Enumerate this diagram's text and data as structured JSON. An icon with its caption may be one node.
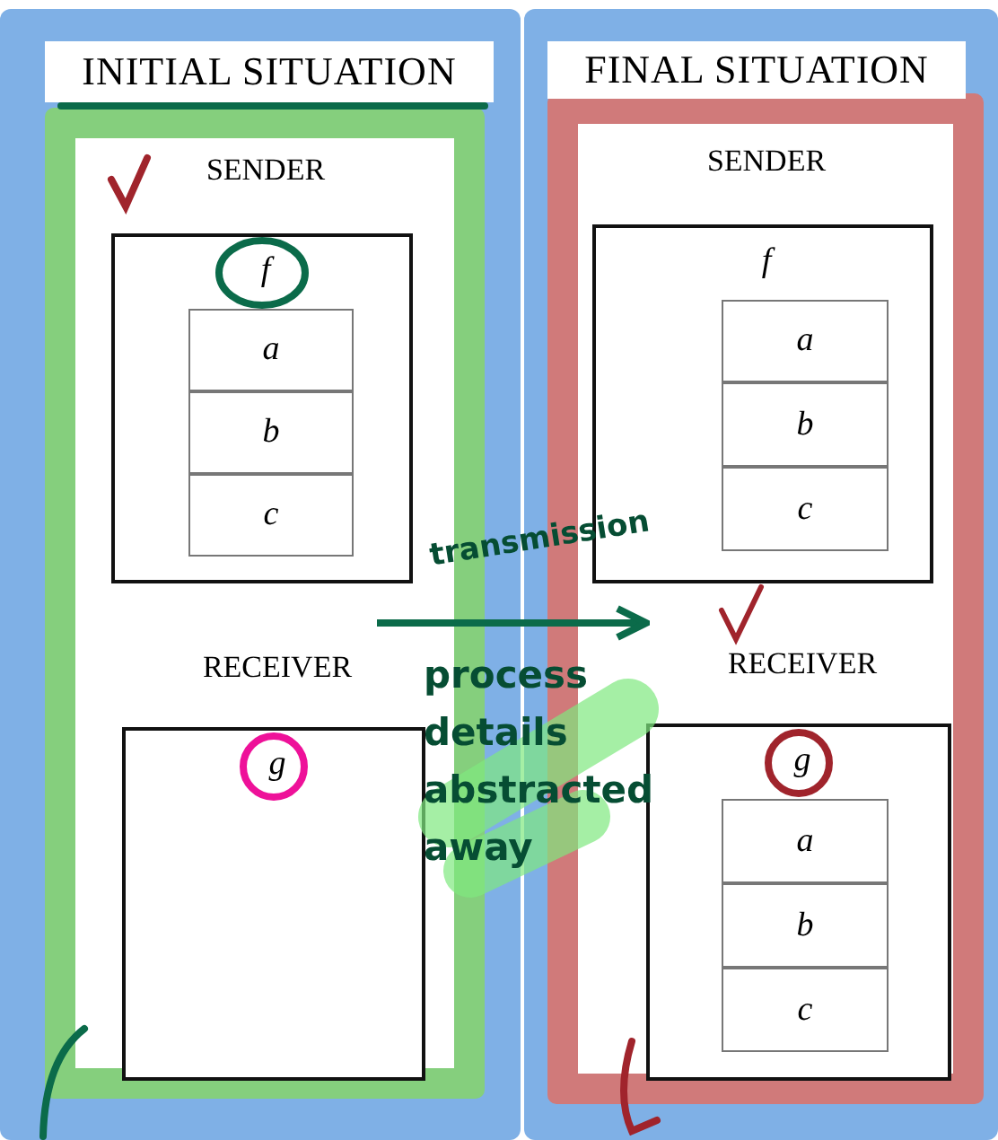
{
  "diagram": {
    "nodes": [
      {
        "text": [
          "INITIAL SITUATION"
        ]
      },
      {
        "text": [
          "SENDER",
          "f"
        ],
        "in": 0
      },
      {
        "text": [
          "a"
        ],
        "in": 1
      },
      {
        "text": [
          "b"
        ],
        "in": 1
      },
      {
        "text": [
          "c"
        ],
        "in": 1
      },
      {
        "text": [
          "RECEIVER",
          "g"
        ],
        "in": 0
      },
      {
        "text": [
          "FINAL SITUATION"
        ]
      },
      {
        "text": [
          "SENDER",
          "f"
        ],
        "in": 6
      },
      {
        "text": [
          "a"
        ],
        "in": 7
      },
      {
        "text": [
          "b"
        ],
        "in": 7
      },
      {
        "text": [
          "c"
        ],
        "in": 7
      },
      {
        "text": [
          "RECEIVER",
          "g"
        ],
        "in": 6
      },
      {
        "text": [
          "a"
        ],
        "in": 11
      },
      {
        "text": [
          "b"
        ],
        "in": 11
      },
      {
        "text": [
          "c"
        ],
        "in": 11
      }
    ],
    "labels": [
      "transmission",
      "process details abstracted away"
    ]
  }
}
